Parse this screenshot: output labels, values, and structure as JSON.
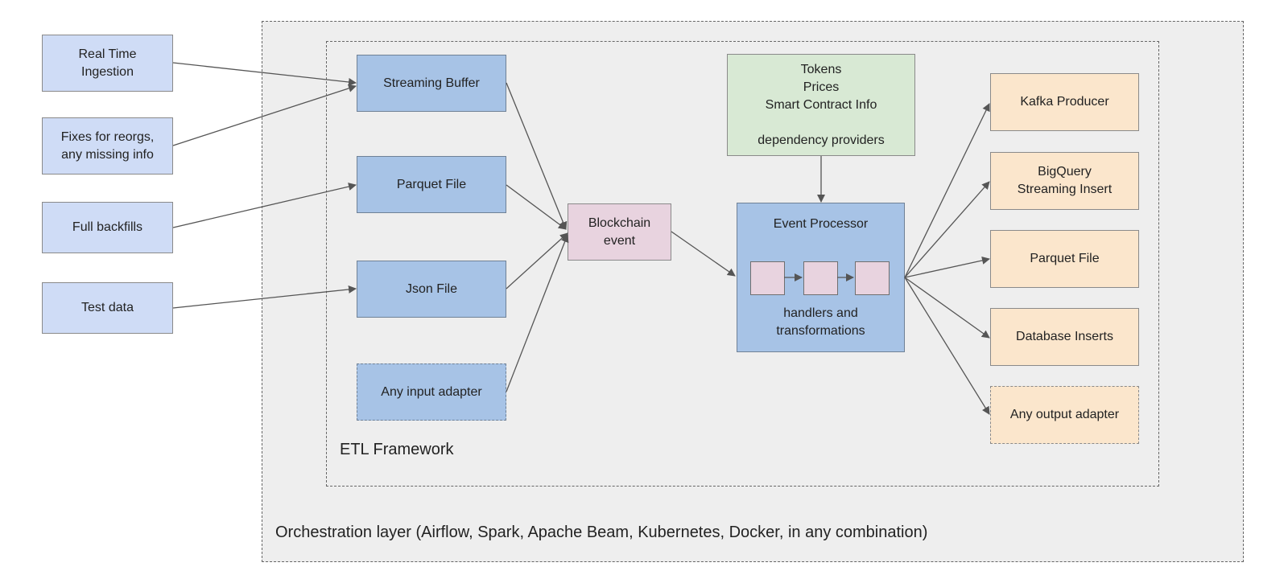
{
  "sources": {
    "realtime": "Real Time\nIngestion",
    "fixes": "Fixes for reorgs,\nany missing info",
    "backfills": "Full backfills",
    "testdata": "Test data"
  },
  "inputs": {
    "streaming": "Streaming Buffer",
    "parquet": "Parquet File",
    "json": "Json File",
    "any": "Any input adapter"
  },
  "event": "Blockchain\nevent",
  "dependencies": "Tokens\nPrices\nSmart Contract Info\n\ndependency providers",
  "processor": {
    "title": "Event Processor",
    "subtitle": "handlers and\ntransformations"
  },
  "outputs": {
    "kafka": "Kafka Producer",
    "bigquery": "BigQuery\nStreaming Insert",
    "parquet": "Parquet File",
    "database": "Database Inserts",
    "any": "Any output adapter"
  },
  "frames": {
    "etl": "ETL Framework",
    "orchestration": "Orchestration layer (Airflow, Spark, Apache Beam, Kubernetes, Docker, in any combination)"
  },
  "colors": {
    "source": "#cfdcf6",
    "input": "#a7c3e6",
    "event": "#e8d3df",
    "dependency": "#d8e9d4",
    "output": "#fbe6cc",
    "background": "#eeeeee"
  }
}
